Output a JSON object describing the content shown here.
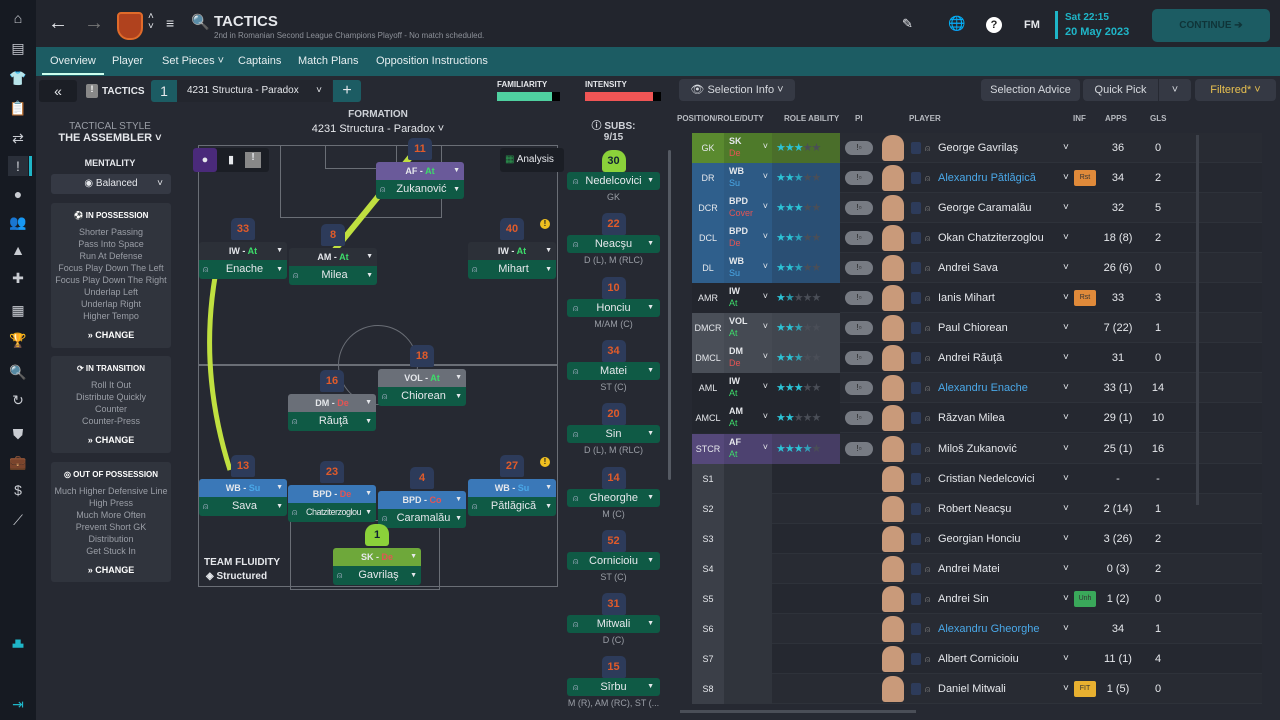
{
  "header": {
    "title": "TACTICS",
    "subtitle": "2nd in Romanian Second League Champions Playoff - No match scheduled.",
    "day_time": "Sat 22:15",
    "date": "20 May 2023",
    "continue_label": "CONTINUE",
    "fm_label": "FM"
  },
  "tabs": [
    "Overview",
    "Player",
    "Set Pieces",
    "Captains",
    "Match Plans",
    "Opposition Instructions"
  ],
  "tactics_bar": {
    "label": "TACTICS",
    "slot": "1",
    "tactic_name": "4231 Structura - Paradox",
    "add": "+",
    "familiarity_label": "FAMILIARITY",
    "familiarity_pct": 88,
    "intensity_label": "INTENSITY",
    "intensity_pct": 90
  },
  "left_panel": {
    "style_label": "TACTICAL STYLE",
    "style_value": "THE ASSEMBLER",
    "mentality_label": "MENTALITY",
    "mentality_value": "Balanced",
    "in_possession": {
      "title": "IN POSSESSION",
      "items": [
        "Shorter Passing",
        "Pass Into Space",
        "Run At Defense",
        "Focus Play Down The Left",
        "Focus Play Down The Right",
        "Underlap Left",
        "Underlap Right",
        "Higher Tempo"
      ]
    },
    "in_transition": {
      "title": "IN TRANSITION",
      "items": [
        "Roll It Out",
        "Distribute Quickly",
        "Counter",
        "Counter-Press"
      ]
    },
    "out_of_possession": {
      "title": "OUT OF POSSESSION",
      "items": [
        "Much Higher Defensive Line",
        "High Press",
        "Much More Often",
        "Prevent Short GK",
        "Distribution",
        "Get Stuck In"
      ]
    },
    "change_label": "CHANGE"
  },
  "formation": {
    "label": "FORMATION",
    "name": "4231 Structura - Paradox",
    "analysis_label": "Analysis",
    "fluidity_label": "TEAM FLUIDITY",
    "fluidity_value": "Structured",
    "players": [
      {
        "num": "11",
        "role": "AF",
        "duty": "At",
        "name": "Zukanović",
        "zone": "st"
      },
      {
        "num": "33",
        "role": "IW",
        "duty": "At",
        "name": "Enache",
        "zone": "am"
      },
      {
        "num": "8",
        "role": "AM",
        "duty": "At",
        "name": "Milea",
        "zone": "am"
      },
      {
        "num": "40",
        "role": "IW",
        "duty": "At",
        "name": "Mihart",
        "zone": "am"
      },
      {
        "num": "18",
        "role": "VOL",
        "duty": "At",
        "name": "Chiorean",
        "zone": "dm"
      },
      {
        "num": "16",
        "role": "DM",
        "duty": "De",
        "name": "Răuţă",
        "zone": "dm"
      },
      {
        "num": "13",
        "role": "WB",
        "duty": "Su",
        "name": "Sava",
        "zone": "d"
      },
      {
        "num": "23",
        "role": "BPD",
        "duty": "De",
        "name": "Chatziterzoglou",
        "zone": "d"
      },
      {
        "num": "4",
        "role": "BPD",
        "duty": "Co",
        "name": "Caramalău",
        "zone": "d"
      },
      {
        "num": "27",
        "role": "WB",
        "duty": "Su",
        "name": "Pătlăgică",
        "zone": "d"
      },
      {
        "num": "1",
        "role": "SK",
        "duty": "De",
        "name": "Gavrilaş",
        "zone": "gk"
      }
    ]
  },
  "subs": {
    "label": "SUBS:",
    "count": "9/15",
    "players": [
      {
        "num": "30",
        "name": "Nedelcovici",
        "pos": "GK",
        "gk": true
      },
      {
        "num": "22",
        "name": "Neacşu",
        "pos": "D (L), M (RLC)"
      },
      {
        "num": "10",
        "name": "Honciu",
        "pos": "M/AM (C)"
      },
      {
        "num": "34",
        "name": "Matei",
        "pos": "ST (C)"
      },
      {
        "num": "20",
        "name": "Sin",
        "pos": "D (L), M (RLC)"
      },
      {
        "num": "14",
        "name": "Gheorghe",
        "pos": "M (C)"
      },
      {
        "num": "52",
        "name": "Cornicioiu",
        "pos": "ST (C)"
      },
      {
        "num": "31",
        "name": "Mitwali",
        "pos": "D (C)"
      },
      {
        "num": "15",
        "name": "Sîrbu",
        "pos": "M (R), AM (RC), ST (..."
      }
    ]
  },
  "selection": {
    "info_label": "Selection Info",
    "advice_label": "Selection Advice",
    "quick_pick_label": "Quick Pick",
    "filter_label": "Filtered*",
    "columns": [
      "POSITION/ROLE/DUTY",
      "ROLE ABILITY",
      "PI",
      "PLAYER",
      "INF",
      "APPS",
      "GLS"
    ],
    "rows": [
      {
        "pos": "GK",
        "role": "SK",
        "duty": "De",
        "rating": 3,
        "player": "George Gavrilaş",
        "inf": "",
        "apps": "36",
        "gls": "0",
        "grp": "gk"
      },
      {
        "pos": "DR",
        "role": "WB",
        "duty": "Su",
        "rating": 2.5,
        "player": "Alexandru Pătlăgică",
        "inf": "Rst",
        "apps": "34",
        "gls": "2",
        "grp": "d",
        "hl": true
      },
      {
        "pos": "DCR",
        "role": "BPD",
        "duty": "Cover",
        "rating": 3,
        "player": "George Caramalău",
        "inf": "",
        "apps": "32",
        "gls": "5",
        "grp": "d"
      },
      {
        "pos": "DCL",
        "role": "BPD",
        "duty": "De",
        "rating": 2.5,
        "player": "Okan Chatziterzoglou",
        "inf": "",
        "apps": "18 (8)",
        "gls": "2",
        "grp": "d"
      },
      {
        "pos": "DL",
        "role": "WB",
        "duty": "Su",
        "rating": 2.5,
        "player": "Andrei Sava",
        "inf": "",
        "apps": "26 (6)",
        "gls": "0",
        "grp": "d"
      },
      {
        "pos": "AMR",
        "role": "IW",
        "duty": "At",
        "rating": 1.5,
        "player": "Ianis Mihart",
        "inf": "Rst",
        "apps": "33",
        "gls": "3",
        "grp": "am"
      },
      {
        "pos": "DMCR",
        "role": "VOL",
        "duty": "At",
        "rating": 2.5,
        "player": "Paul Chiorean",
        "inf": "",
        "apps": "7 (22)",
        "gls": "1",
        "grp": "dm"
      },
      {
        "pos": "DMCL",
        "role": "DM",
        "duty": "De",
        "rating": 2.5,
        "player": "Andrei Răuţă",
        "inf": "",
        "apps": "31",
        "gls": "0",
        "grp": "dm"
      },
      {
        "pos": "AML",
        "role": "IW",
        "duty": "At",
        "rating": 3,
        "player": "Alexandru Enache",
        "inf": "",
        "apps": "33 (1)",
        "gls": "14",
        "grp": "am",
        "hl": true
      },
      {
        "pos": "AMCL",
        "role": "AM",
        "duty": "At",
        "rating": 2,
        "player": "Răzvan Milea",
        "inf": "",
        "apps": "29 (1)",
        "gls": "10",
        "grp": "am"
      },
      {
        "pos": "STCR",
        "role": "AF",
        "duty": "At",
        "rating": 3.5,
        "player": "Miloš Zukanović",
        "inf": "",
        "apps": "25 (1)",
        "gls": "16",
        "grp": "st"
      },
      {
        "pos": "S1",
        "player": "Cristian Nedelcovici",
        "inf": "",
        "apps": "-",
        "gls": "-",
        "grp": "s"
      },
      {
        "pos": "S2",
        "player": "Robert Neacşu",
        "inf": "",
        "apps": "2 (14)",
        "gls": "1",
        "grp": "s"
      },
      {
        "pos": "S3",
        "player": "Georgian Honciu",
        "inf": "",
        "apps": "3 (26)",
        "gls": "2",
        "grp": "s"
      },
      {
        "pos": "S4",
        "player": "Andrei Matei",
        "inf": "",
        "apps": "0 (3)",
        "gls": "2",
        "grp": "s"
      },
      {
        "pos": "S5",
        "player": "Andrei Sin",
        "inf": "Unh",
        "apps": "1 (2)",
        "gls": "0",
        "grp": "s"
      },
      {
        "pos": "S6",
        "player": "Alexandru Gheorghe",
        "inf": "",
        "apps": "34",
        "gls": "1",
        "grp": "s",
        "hl": true
      },
      {
        "pos": "S7",
        "player": "Albert Cornicioiu",
        "inf": "",
        "apps": "11 (1)",
        "gls": "4",
        "grp": "s"
      },
      {
        "pos": "S8",
        "player": "Daniel Mitwali",
        "inf": "FIT",
        "apps": "1 (5)",
        "gls": "0",
        "grp": "s"
      }
    ]
  },
  "colors": {
    "accent": "#1fb6c8",
    "duty_at": "#3ddc6a",
    "duty_de": "#e45454",
    "duty_su": "#4aa8e8",
    "star": "#2cc3d6",
    "link": "#4aa8e8"
  }
}
